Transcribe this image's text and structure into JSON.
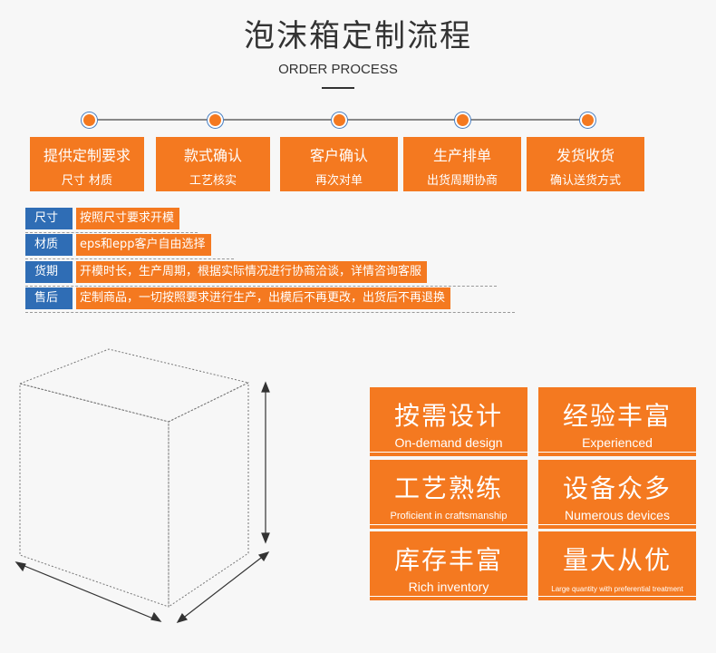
{
  "header": {
    "title": "泡沫箱定制流程",
    "subtitle": "ORDER PROCESS"
  },
  "steps": [
    {
      "title": "提供定制要求",
      "sub": "尺寸 材质"
    },
    {
      "title": "款式确认",
      "sub": "工艺核实"
    },
    {
      "title": "客户确认",
      "sub": "再次对单"
    },
    {
      "title": "生产排单",
      "sub": "出货周期协商"
    },
    {
      "title": "发货收货",
      "sub": "确认送货方式"
    }
  ],
  "details": [
    {
      "label": "尺寸",
      "text": "按照尺寸要求开模"
    },
    {
      "label": "材质",
      "text": "eps和epp客户自由选择"
    },
    {
      "label": "货期",
      "text": "开模时长，生产周期，根据实际情况进行协商洽谈，详情咨询客服"
    },
    {
      "label": "售后",
      "text": "定制商品，一切按照要求进行生产，出模后不再更改，出货后不再退换"
    }
  ],
  "features": [
    {
      "title": "按需设计",
      "en": "On-demand design"
    },
    {
      "title": "经验丰富",
      "en": "Experienced"
    },
    {
      "title": "工艺熟练",
      "en": "Proficient in craftsmanship"
    },
    {
      "title": "设备众多",
      "en": "Numerous devices"
    },
    {
      "title": "库存丰富",
      "en": "Rich inventory"
    },
    {
      "title": "量大从优",
      "en": "Large quantity with preferential treatment"
    }
  ],
  "colors": {
    "accent": "#f47920",
    "label_blue": "#2f6db5"
  }
}
